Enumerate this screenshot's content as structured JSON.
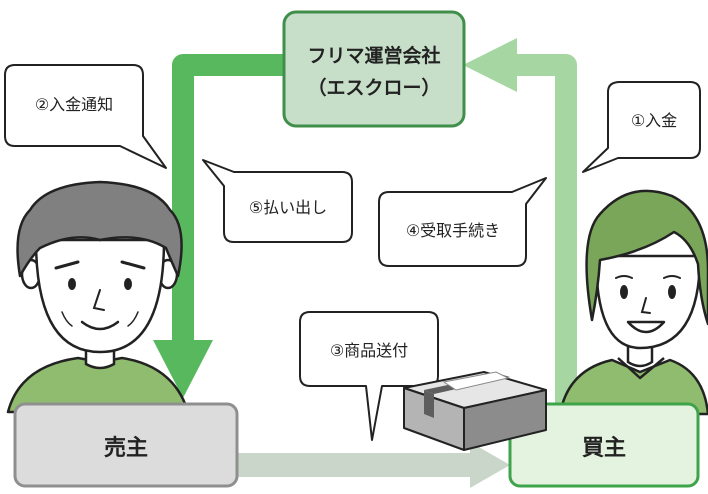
{
  "escrow": {
    "line1": "フリマ運営会社",
    "line2": "（エスクロー）"
  },
  "seller": {
    "label": "売主"
  },
  "buyer": {
    "label": "買主"
  },
  "steps": {
    "deposit": "①入金",
    "notify": "②入金通知",
    "ship": "③商品送付",
    "receive": "④受取手続き",
    "payout": "⑤払い出し"
  },
  "colors": {
    "arrow_dark": "#58b85e",
    "arrow_light": "#a6d6a2",
    "arrow_gray": "#cad6c9",
    "escrow_fill": "#c7dec9",
    "escrow_border": "#3f8f4a",
    "seller_fill": "#dcdcdc",
    "seller_border": "#8f8f8f",
    "buyer_fill": "#e4f2e0",
    "buyer_border": "#3ea44a"
  }
}
